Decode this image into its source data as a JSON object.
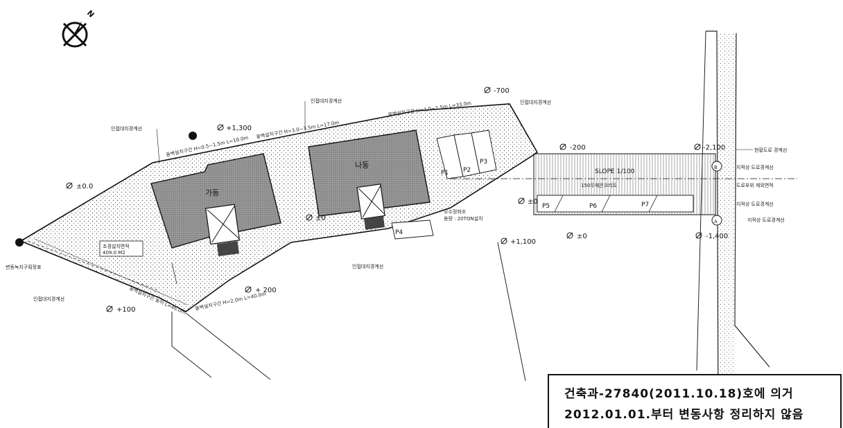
{
  "north_arrow": {
    "label": "N"
  },
  "buildings": {
    "ga": "가동",
    "na": "나동"
  },
  "parking": [
    "P1",
    "P2",
    "P3",
    "P4",
    "P5",
    "P6",
    "P7"
  ],
  "levels": {
    "plus1300": "+1,300",
    "minus700": "-700",
    "minus200": "-200",
    "minus2100": "-2,100",
    "zero_left": "±0.0",
    "zero_mid1": "±0",
    "zero_mid2": "±0",
    "zero_road": "±0",
    "plus1100": "+1,100",
    "minus1400": "-1,400",
    "plus200": "+ 200",
    "plus100": "+100"
  },
  "labels": {
    "adj_line_1": "인접대지경계선",
    "adj_line_2": "인접대지경계선",
    "adj_line_3": "인접대지경계선",
    "adj_line_4": "인접대지경계선",
    "adj_line_5": "인접대지경계선",
    "green_area": "변동녹지구획정표",
    "landscape_area": "조경설치면적",
    "landscape_value": "409.0 M2",
    "slope": "SLOPE 1/100",
    "concrete": "150두께콘크리트",
    "tank_1": "오수정화조",
    "tank_2": "용량 : 20TON설치",
    "road_line": "현황도로 경계선",
    "cad_road_1": "지적상 도로경계선",
    "cad_road_2": "지적상 도로경계선",
    "cad_road_3": "지적상 도로경계선",
    "road_widen": "도로부위 제외면적",
    "mark_b": "B",
    "mark_a": "A",
    "wall_1": "옹벽설치구간 H=0.5~1.5m L=10.0m",
    "wall_2": "옹벽설치구간 H=3.0~3.5m L=17.0m",
    "wall_3": "옹벽설치구간 H=1.0~1.5m L=33.0m",
    "wall_4": "옹벽설치구간 H=2.0m L=40.0m",
    "wall_5": "옹벽설치구간 높이 L=46.0m"
  },
  "stamp": {
    "line1": "건축과-27840(2011.10.18)호에 의거",
    "line2": "2012.01.01.부터 변동사항 정리하지 않음"
  }
}
